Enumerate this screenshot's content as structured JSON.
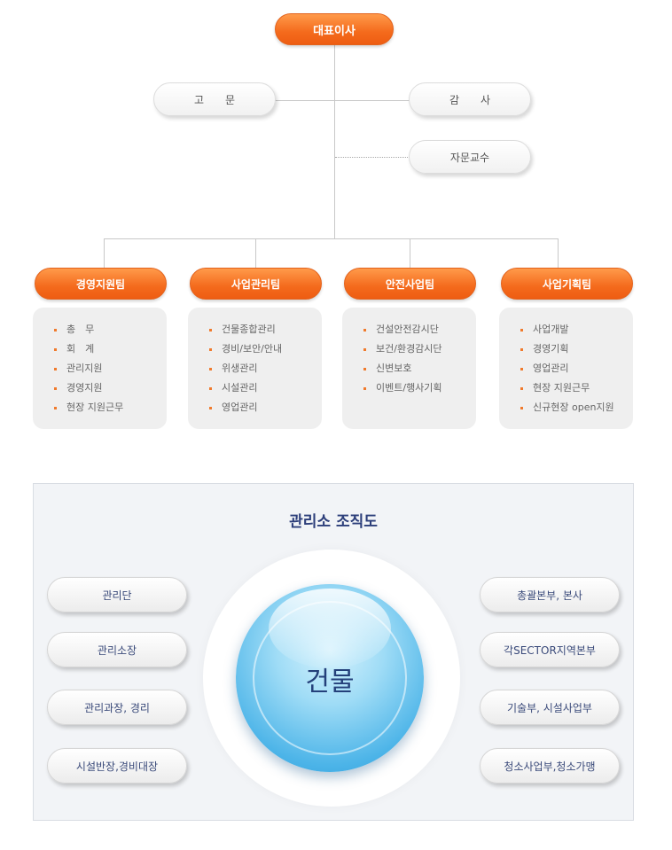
{
  "org": {
    "ceo": "대표이사",
    "advisor": "고　　문",
    "auditor": "감　　사",
    "consultant": "자문교수",
    "departments": [
      {
        "name": "경영지원팀",
        "items": [
          "총　무",
          "회　계",
          "관리지원",
          "경영지원",
          "현장 지원근무"
        ]
      },
      {
        "name": "사업관리팀",
        "items": [
          "건물종합관리",
          "경비/보안/안내",
          "위생관리",
          "시설관리",
          "영업관리"
        ]
      },
      {
        "name": "안전사업팀",
        "items": [
          "건설안전감시단",
          "보건/환경감시단",
          "신변보호",
          "이벤트/행사기획"
        ]
      },
      {
        "name": "사업기획팀",
        "items": [
          "사업개발",
          "경영기획",
          "영업관리",
          "현장 지원근무",
          "신규현장 open지원"
        ]
      }
    ]
  },
  "management": {
    "title": "관리소 조직도",
    "center": "건물",
    "left": [
      "관리단",
      "관리소장",
      "관리과장, 경리",
      "시설반장,경비대장"
    ],
    "right": [
      "총괄본부, 본사",
      "각SECTOR지역본부",
      "기술부, 시설사업부",
      "청소사업부,청소가맹"
    ]
  }
}
